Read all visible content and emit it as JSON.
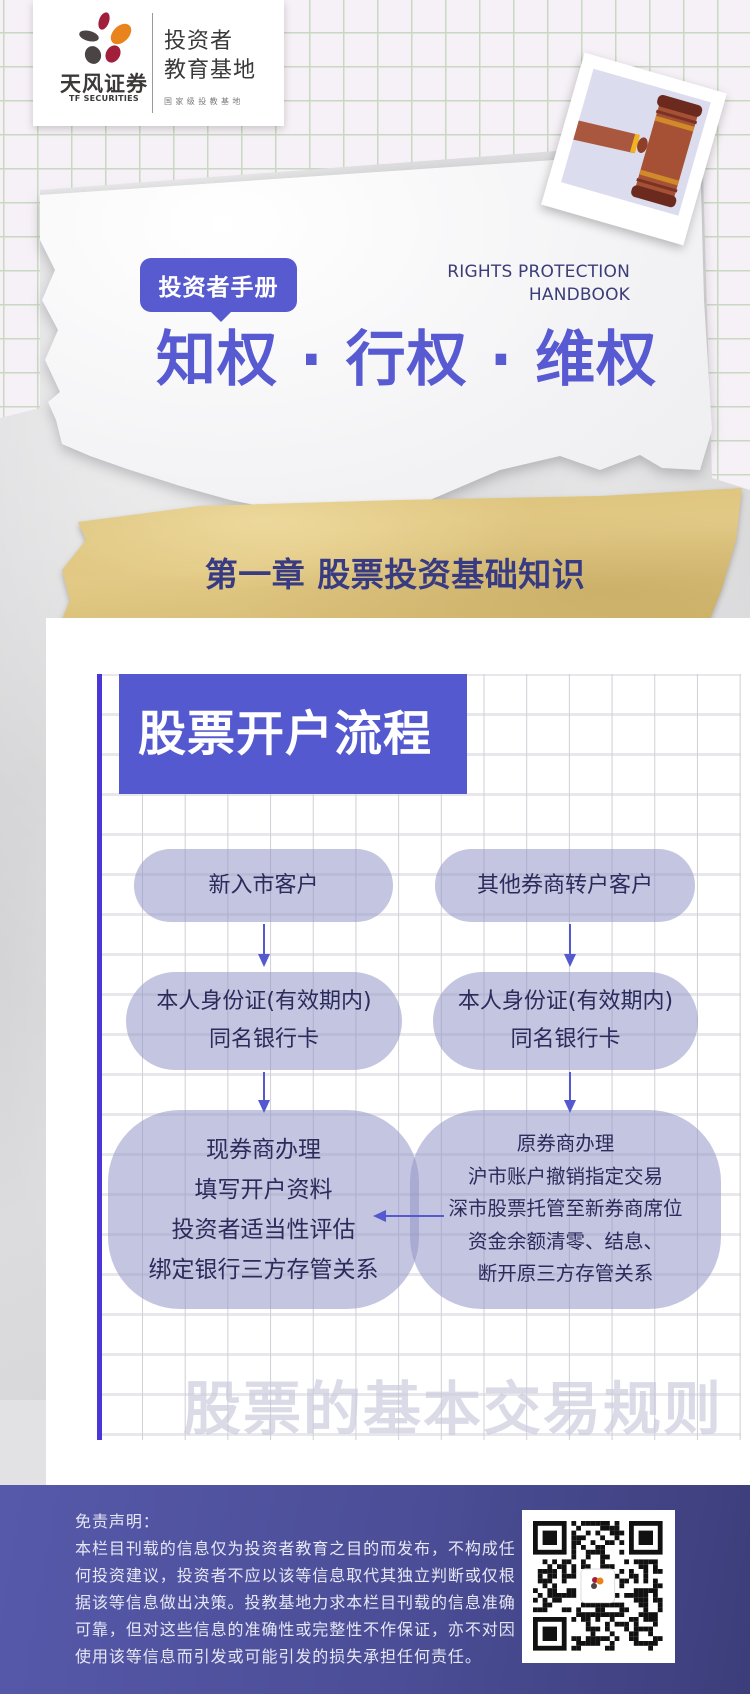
{
  "header": {
    "logo_icon": "tf-securities-flower-logo-icon",
    "brand_cn": "天风证券",
    "brand_en": "TF SECURITIES",
    "base_title_line1": "投资者",
    "base_title_line2": "教育基地",
    "base_subtitle": "国家级投教基地"
  },
  "hero": {
    "badge": "投资者手册",
    "en_title_line1": "RIGHTS PROTECTION",
    "en_title_line2": "HANDBOOK",
    "title": "知权 · 行权 · 维权",
    "photo_icon": "gavel-icon"
  },
  "chapter": {
    "title": "第一章 股票投资基础知识"
  },
  "section": {
    "title": "股票开户流程",
    "next_section_watermark": "股票的基本交易规则"
  },
  "flow": {
    "left": [
      {
        "lines": [
          "新入市客户"
        ]
      },
      {
        "lines": [
          "本人身份证(有效期内)",
          "同名银行卡"
        ]
      },
      {
        "lines": [
          "现券商办理",
          "填写开户资料",
          "投资者适当性评估",
          "绑定银行三方存管关系"
        ]
      }
    ],
    "right": [
      {
        "lines": [
          "其他券商转户客户"
        ]
      },
      {
        "lines": [
          "本人身份证(有效期内)",
          "同名银行卡"
        ]
      },
      {
        "lines": [
          "原券商办理",
          "沪市账户撤销指定交易",
          "深市股票托管至新券商席位",
          "资金余额清零、结息、",
          "断开原三方存管关系"
        ]
      }
    ],
    "arrows": [
      "down",
      "down",
      "down",
      "down",
      "left"
    ]
  },
  "footer": {
    "disclaimer_label": "免责声明：",
    "disclaimer_lines": [
      "本栏目刊载的信息仅为投资者教育之目的而发布，不构成任",
      "何投资建议，投资者不应以该等信息取代其独立判断或仅根",
      "据该等信息做出决策。投教基地力求本栏目刊载的信息准确",
      "可靠，但对这些信息的准确性或完整性不作保证，亦不对因",
      "使用该等信息而引发或可能引发的损失承担任何责任。"
    ],
    "qr_icon": "qr-code-icon"
  },
  "colors": {
    "accent": "#575BCF",
    "side_bar": "#4A35D8",
    "pill_fill": "#C4C5E0",
    "pill_text": "#2B2B5C",
    "tape": "#DCC47C",
    "footer_start": "#5659AA",
    "footer_end": "#3C3E7B"
  }
}
